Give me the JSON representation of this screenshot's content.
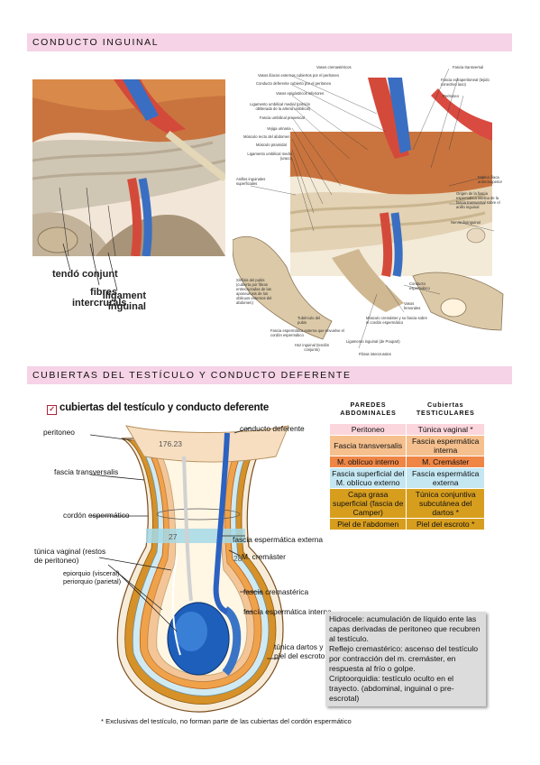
{
  "section1": {
    "title": "CONDUCTO INGUINAL",
    "left_figure_labels": [
      "tendó conjunt",
      "fibres intercrurals",
      "lligament inguinal"
    ],
    "right_figure_labels": [
      "Vasos cremastéricos",
      "Vasos ilíacos externos cubiertos por el peritoneo",
      "Conducto deferente cubierto por el peritoneo",
      "Vasos epigástricos inferiores",
      "Ligamento umbilical medial (porción obliterada de la arteria umbilical)",
      "Fascia umbilical prevesical",
      "Vejiga urinaria",
      "Músculo recto del abdomen",
      "Músculo piramidal",
      "Ligamento umbilical medio (uraco)",
      "Anillos inguinales superficiales",
      "Fascia transversal",
      "Fascia extraperitoneal (tejido conectivo laxo)",
      "Peritoneo",
      "Espina ilíaca anterosuperior",
      "Origen de la fascia espermática interna de la fascia transversal sobre el anillo inguinal",
      "Nervio ilioinguinal",
      "Conducto espermático",
      "Vasos femorales",
      "Músculo cremáster y su fascia sobre el cordón espermático",
      "Ligamento inguinal (de Poupart)",
      "Fibras intercrurales",
      "Hoz inguinal (tendón conjunto)",
      "Fascia espermática externa que envuelve el cordón espermático",
      "Tubérculo del pubis",
      "Sínfisis del pubis (cubierta por fibras entrecruzadas de las aponeurosis de los oblicuos externos del abdomen)"
    ]
  },
  "section2": {
    "title": "CUBIERTAS DEL TESTÍCULO Y CONDUCTO DEFERENTE",
    "heading": "cubiertas del testículo y conducto deferente",
    "figure_labels": {
      "peritoneo": "peritoneo",
      "conducto_deferente": "conducto deferente",
      "fascia_transversalis": "fascia transversalis",
      "cordon": "cordón espermático",
      "fascia_esp_ext": "fascia espermática externa",
      "tunica_vaginal": "túnica vaginal (restos de peritoneo)",
      "epiorquio": "epiorquio (visceral)",
      "periorquio": "periorquio (parietal)",
      "m_cremaster": "M. cremáster",
      "fascia_cremasterica": "fascia cremastérica",
      "fascia_esp_int": "fascia espermática interna",
      "tunica_dartos": "túnica dartos y piel del escroto",
      "num1": "176.23",
      "num2": "27",
      "num3": "28"
    },
    "table": {
      "headers": [
        "PAREDES ABDOMINALES",
        "Cubiertas TESTICULARES"
      ],
      "rows": [
        {
          "left": "Peritoneo",
          "right": "Túnica vaginal *",
          "color": "#fbd6dc"
        },
        {
          "left": "Fascia transversalis",
          "right": "Fascia espermática interna",
          "color": "#f5c08e"
        },
        {
          "left": "M. oblícuo interno",
          "right": "M. Cremáster",
          "color": "#ef8646"
        },
        {
          "left": "Fascia superficial del M. oblícuo externo",
          "right": "Fascia espermática externa",
          "color": "#c4e7f2"
        },
        {
          "left": "Capa grasa superficial (fascia de Camper)",
          "right": "Túnica conjuntiva subcutánea del dartos *",
          "color": "#d79e1e"
        },
        {
          "left": "Piel de l'abdomen",
          "right": "Piel del escroto *",
          "color": "#d79e1e"
        }
      ]
    },
    "notes": [
      "Hidrocele: acumulación de líquido ente las capas derivadas de peritoneo que recubren al testículo.",
      "Reflejo cremastérico: ascenso del testículo por contracción del m. cremáster, en respuesta al frío o golpe.",
      "Criptoorquidia: testículo oculto en el trayecto. (abdominal, inguinal o pre-escrotal)"
    ],
    "footnote": "* Exclusivas del testículo, no forman parte de las cubiertas del cordón espermático"
  },
  "colors": {
    "band": "#f6d3e6",
    "vas_blue": "#2860b8",
    "muscle": "#c85a3c",
    "fat": "#e6b25a"
  }
}
